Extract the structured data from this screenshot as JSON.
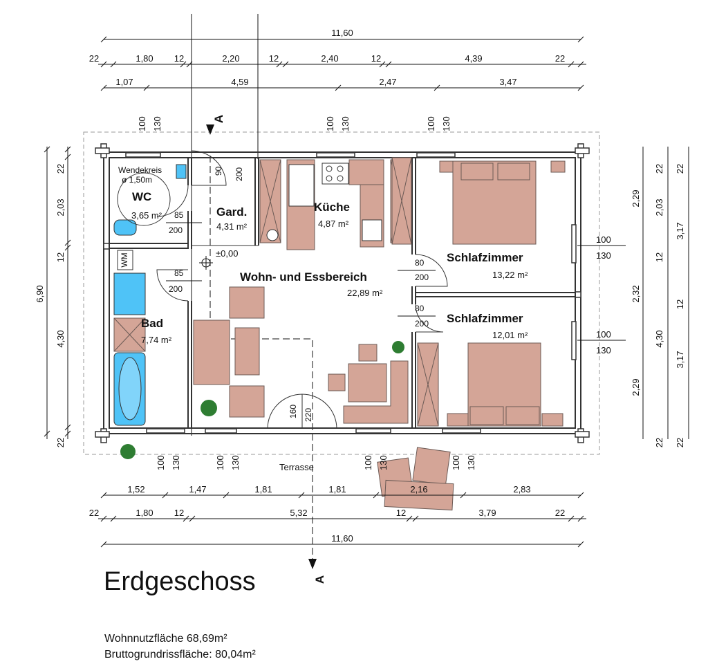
{
  "title": "Erdgeschoss",
  "info": {
    "wohnnutzflaeche": "Wohnnutzfläche 68,69m²",
    "bruttogrundriss": "Bruttogrundrissfläche: 80,04m²"
  },
  "rooms": {
    "wc": {
      "name": "WC",
      "area": "3,65 m²",
      "note1": "Wendekreis",
      "note2": "ø 1,50m"
    },
    "gard": {
      "name": "Gard.",
      "area": "4,31 m²"
    },
    "kueche": {
      "name": "Küche",
      "area": "4,87 m²"
    },
    "wohn": {
      "name": "Wohn- und Essbereich",
      "area": "22,89 m²"
    },
    "schlaf1": {
      "name": "Schlafzimmer",
      "area": "13,22 m²"
    },
    "schlaf2": {
      "name": "Schlafzimmer",
      "area": "12,01 m²"
    },
    "bad": {
      "name": "Bad",
      "area": "7,74 m²"
    },
    "terrasse": {
      "name": "Terrasse"
    }
  },
  "level": "±0,00",
  "section_mark": "A",
  "wm": "WM",
  "dims": {
    "top_total": "11,60",
    "top_row2": [
      "22",
      "1,80",
      "12",
      "2,20",
      "12",
      "2,40",
      "12",
      "4,39",
      "22"
    ],
    "top_row3": [
      "1,07",
      "4,59",
      "2,47",
      "3,47"
    ],
    "bottom_row1": [
      "1,52",
      "1,47",
      "1,81",
      "1,81",
      "2,16",
      "2,83"
    ],
    "bottom_row2": [
      "22",
      "1,80",
      "12",
      "5,32",
      "12",
      "3,79",
      "22"
    ],
    "bottom_total": "11,60",
    "left_total": "6,90",
    "left_parts": [
      "22",
      "2,03",
      "12",
      "4,30",
      "22"
    ],
    "right_a": [
      "2,29",
      "2,32",
      "2,29"
    ],
    "right_b": [
      "22",
      "2,03",
      "12",
      "4,30",
      "22"
    ],
    "right_c": [
      "22",
      "3,17",
      "12",
      "3,17",
      "22"
    ]
  },
  "window_labels": {
    "w_top1": [
      "100",
      "130"
    ],
    "w_top2": [
      "100",
      "130"
    ],
    "w_top3": [
      "100",
      "130"
    ],
    "w_right1": [
      "100",
      "130"
    ],
    "w_right2": [
      "100",
      "130"
    ],
    "w_bot1": [
      "100",
      "130"
    ],
    "w_bot2": [
      "100",
      "130"
    ],
    "w_bot3": [
      "100",
      "130"
    ],
    "w_bot4": [
      "100",
      "130"
    ]
  },
  "door_labels": {
    "d_gard": [
      "90",
      "200"
    ],
    "d_wc": [
      "85",
      "200"
    ],
    "d_bad": [
      "85",
      "200"
    ],
    "d_schlaf1": [
      "80",
      "200"
    ],
    "d_schlaf2": [
      "80",
      "200"
    ],
    "d_terr": [
      "160",
      "220"
    ]
  },
  "colors": {
    "furniture": "#d4a597",
    "furniture_stroke": "#6b5a55",
    "wall": "#333333",
    "plant": "#2e7d32",
    "glass": "#4fc3f7"
  }
}
